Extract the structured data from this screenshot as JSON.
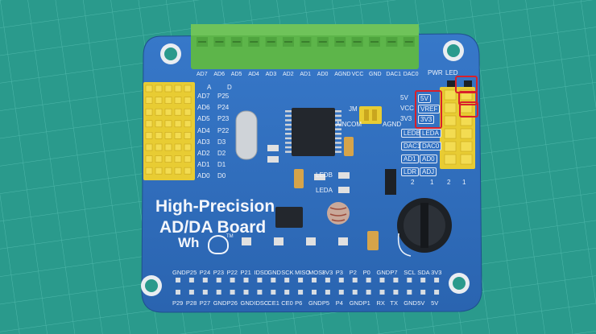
{
  "board": {
    "title_line1": "High-Precision",
    "title_line2": "AD/DA Board",
    "logo": "Wh",
    "tm": "TM"
  },
  "terminal_labels": [
    "AD7",
    "AD6",
    "AD5",
    "AD4",
    "AD3",
    "AD2",
    "AD1",
    "AD0",
    "AGND",
    "VCC",
    "GND",
    "DAC1",
    "DAC0"
  ],
  "header_letters": {
    "a": "A",
    "d": "D"
  },
  "left_pins": [
    {
      "a": "AD7",
      "p": "P25"
    },
    {
      "a": "AD6",
      "p": "P24"
    },
    {
      "a": "AD5",
      "p": "P23"
    },
    {
      "a": "AD4",
      "p": "P22"
    },
    {
      "a": "AD3",
      "p": "D3"
    },
    {
      "a": "AD2",
      "p": "D2"
    },
    {
      "a": "AD1",
      "p": "D1"
    },
    {
      "a": "AD0",
      "p": "D0"
    }
  ],
  "jumper_labels": {
    "jmp": "JM",
    "aincom": "AINCOM",
    "agnd": "AGND",
    "pwr": "PWR",
    "led": "LED",
    "leds": "LEDB",
    "leda": "LEDA"
  },
  "power_select": {
    "left": [
      "5V",
      "VCC",
      "3V3"
    ],
    "right": [
      "5V",
      "VREF",
      "3V3"
    ]
  },
  "map_labels": {
    "left": [
      "LEDB",
      "DAC1",
      "AD1",
      "LDR"
    ],
    "right": [
      "LEDA",
      "DAC0",
      "AD0",
      "ADJ"
    ]
  },
  "bottom_numbers": {
    "a": "2",
    "b": "1",
    "c": "2",
    "d": "1"
  },
  "gpio_top": [
    "GND",
    "P25",
    "P24",
    "P23",
    "P22",
    "P21",
    "IDSD",
    "GND",
    "SCK",
    "MISO",
    "MOSI",
    "3V3",
    "P3",
    "P2",
    "P0",
    "GND",
    "P7",
    "SCL",
    "SDA",
    "3V3"
  ],
  "gpio_bottom": [
    "P29",
    "P28",
    "P27",
    "GND",
    "P26",
    "GND",
    "IDSC",
    "CE1",
    "CE0",
    "P6",
    "GND",
    "P5",
    "P4",
    "GND",
    "P1",
    "RX",
    "TX",
    "GND",
    "5V",
    "5V"
  ],
  "colors": {
    "background": "#2a9a8c",
    "pcb": "#2f6fc0",
    "terminal": "#62b84b",
    "header": "#e8cc33",
    "highlight": "#d8202a"
  }
}
